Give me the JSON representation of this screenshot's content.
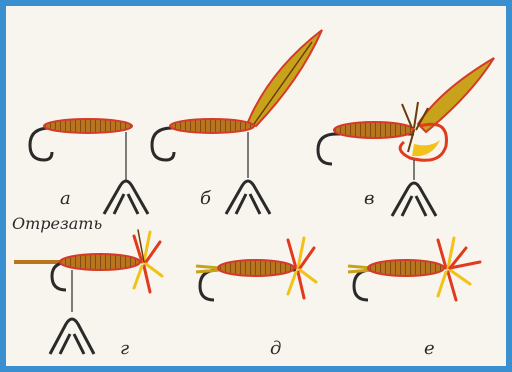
{
  "cut_label": "Отрезать",
  "steps": [
    {
      "label": "а"
    },
    {
      "label": "б"
    },
    {
      "label": "в"
    },
    {
      "label": "г"
    },
    {
      "label": "д"
    },
    {
      "label": "е"
    }
  ],
  "colors": {
    "frame": "#3a8fd0",
    "paper": "#f7f5ee",
    "body": "#b8751e",
    "body_edge": "#d43a2a",
    "wing": "#c9a21b",
    "hackle_red": "#e23a1c",
    "hackle_yellow": "#f2c21a",
    "ink": "#2a2a2a"
  }
}
